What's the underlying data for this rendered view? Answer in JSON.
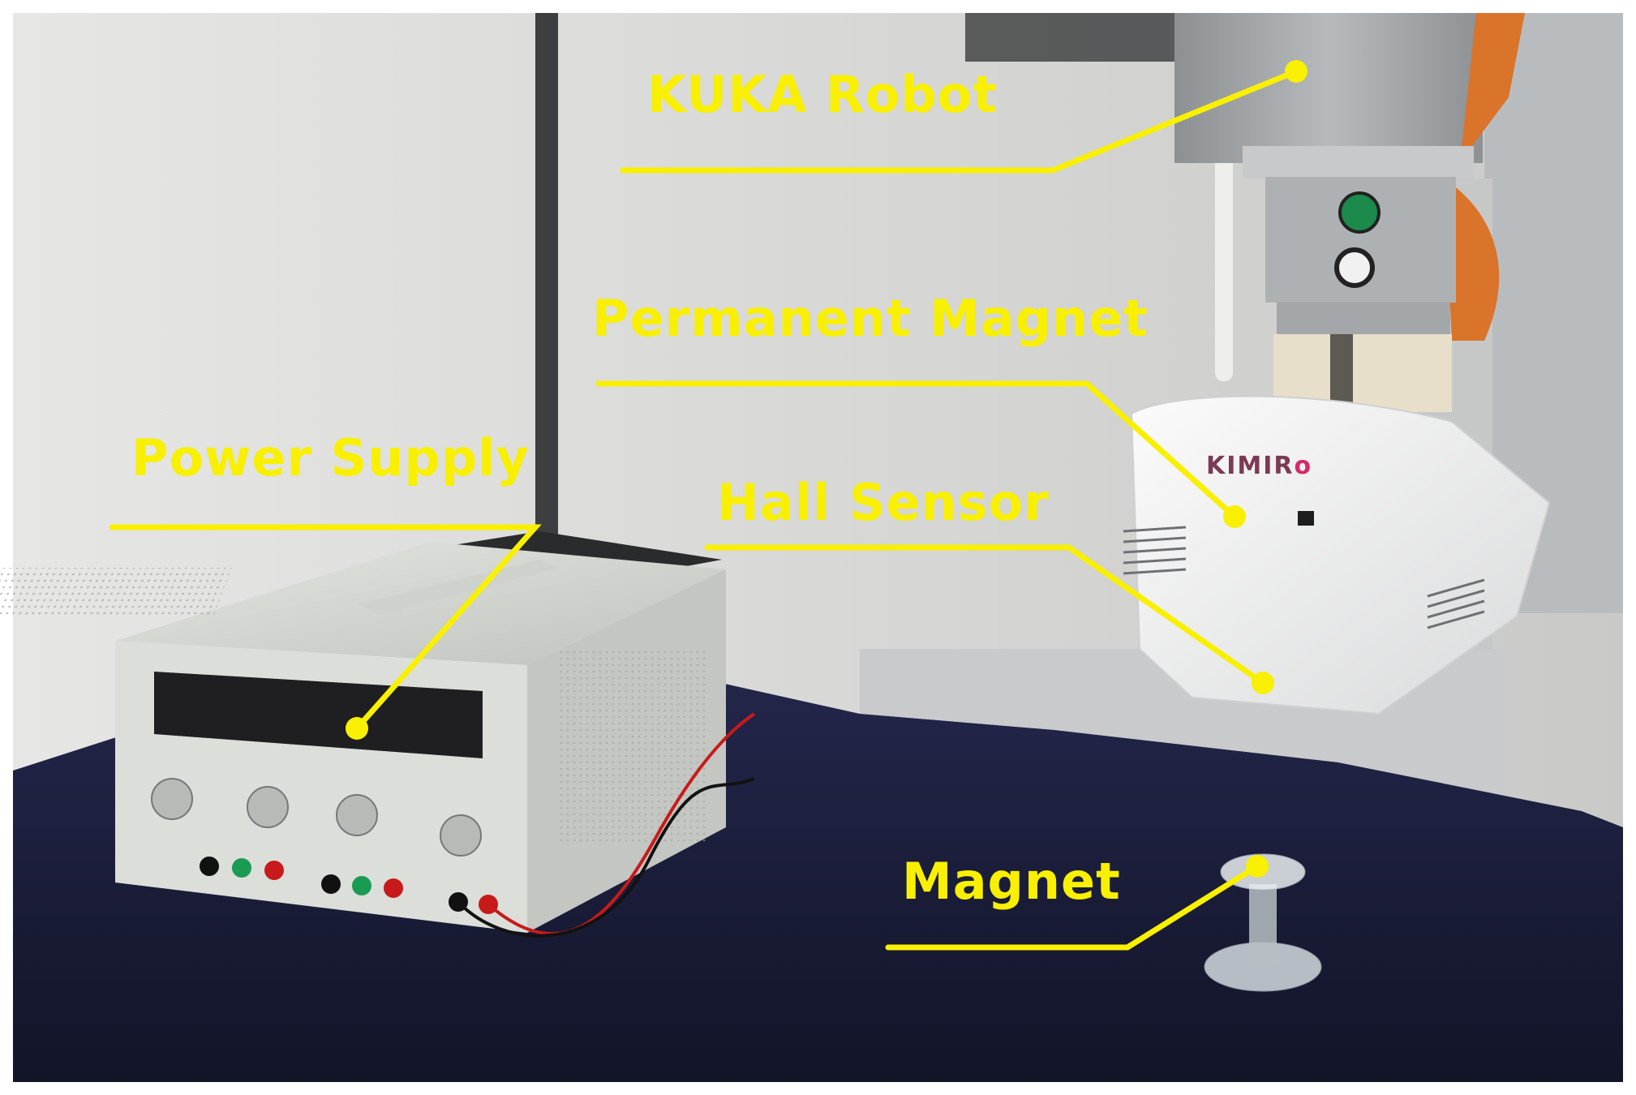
{
  "annotations": {
    "kuka_robot": "KUKA Robot",
    "permanent_magnet": "Permanent Magnet",
    "power_supply": "Power Supply",
    "hall_sensor": "Hall Sensor",
    "magnet": "Magnet"
  },
  "device_brand": {
    "text": "KIMIR",
    "accent_letter": "o"
  },
  "colors": {
    "annotation": "#f8f000",
    "tablecloth": "#1a1d36",
    "wall": "#dcdcda",
    "robot_orange": "#d9742a",
    "cable_red": "#c81a1a"
  }
}
